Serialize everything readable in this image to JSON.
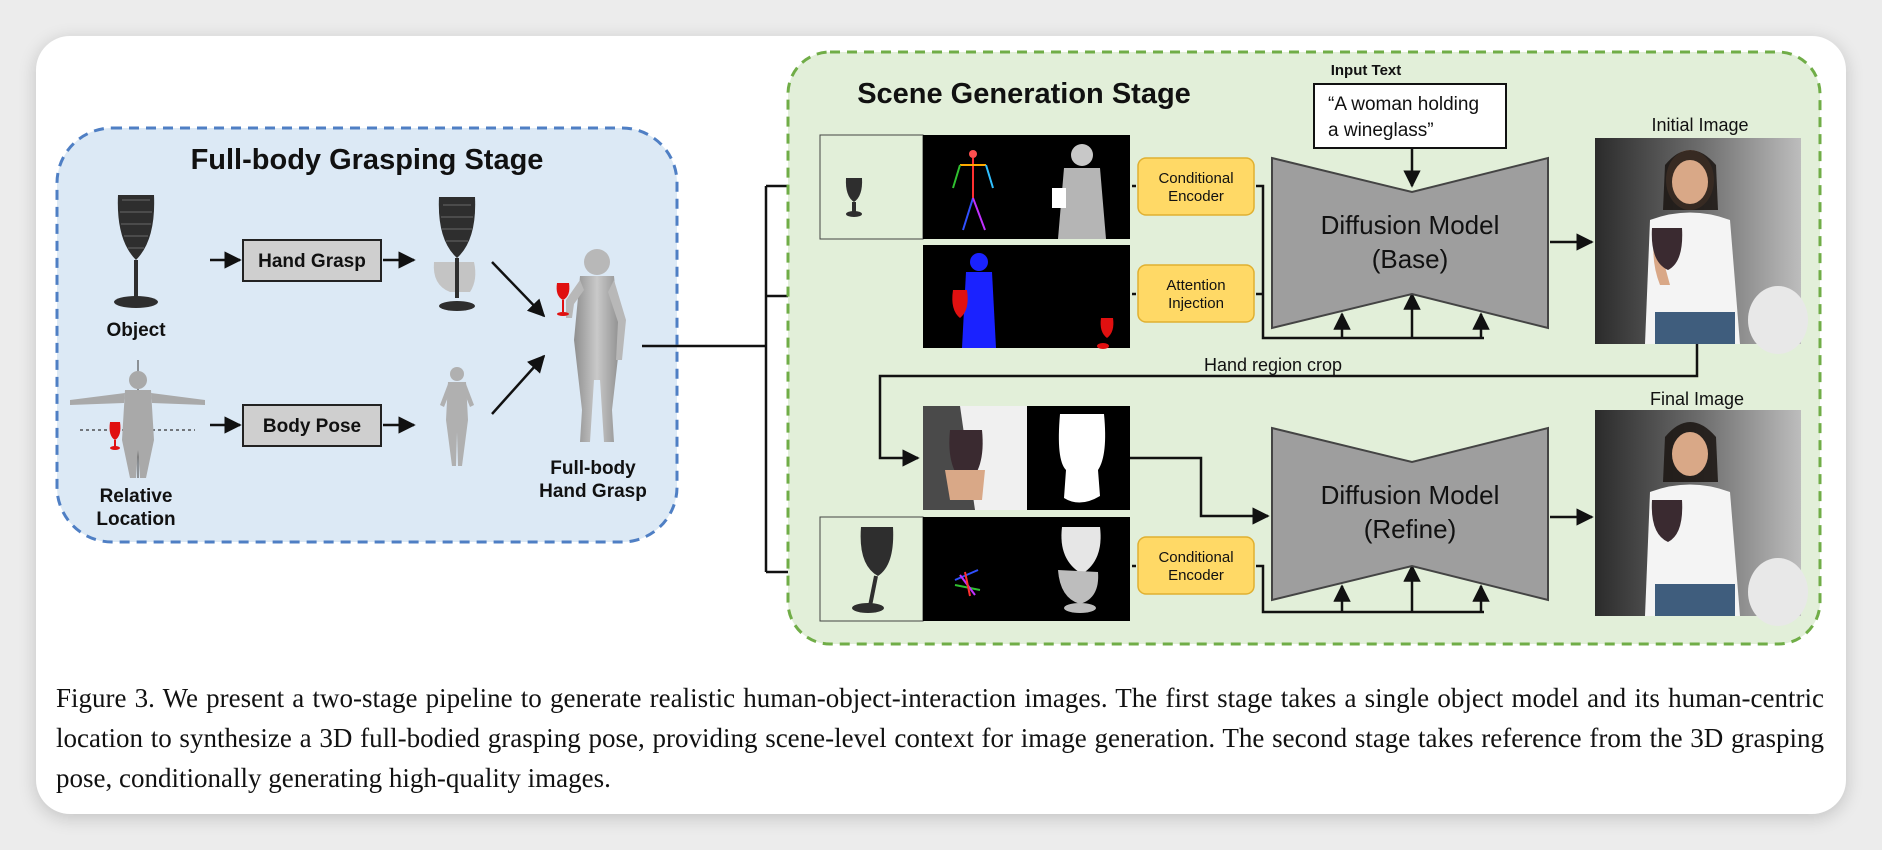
{
  "figure": {
    "stage1_title": "Full-body Grasping Stage",
    "stage2_title": "Scene Generation Stage",
    "label_object": "Object",
    "label_relative_1": "Relative",
    "label_relative_2": "Location",
    "box_hand_grasp": "Hand Grasp",
    "box_body_pose": "Body Pose",
    "label_fullbody_1": "Full-body",
    "label_fullbody_2": "Hand Grasp",
    "input_text_label": "Input Text",
    "input_text_line1": "“A woman holding",
    "input_text_line2": "a wineglass”",
    "cond_encoder_1": "Conditional",
    "cond_encoder_2": "Encoder",
    "attn_1": "Attention",
    "attn_2": "Injection",
    "cond_encoder_b1": "Conditional",
    "cond_encoder_b2": "Encoder",
    "diff_base_1": "Diffusion Model",
    "diff_base_2": "(Base)",
    "diff_refine_1": "Diffusion Model",
    "diff_refine_2": "(Refine)",
    "initial_image": "Initial Image",
    "final_image": "Final Image",
    "hand_crop": "Hand region crop"
  },
  "caption": "Figure 3. We present a two-stage pipeline to generate realistic human-object-interaction images. The first stage takes a single object model and its human-centric location to synthesize a 3D full-bodied grasping pose, providing scene-level context for image generation.  The second stage takes reference from the 3D grasping pose, conditionally generating high-quality images.",
  "colors": {
    "stage1_fill": "#dce9f5",
    "stage1_border": "#4f7fc4",
    "stage2_fill": "#e2efd9",
    "stage2_border": "#70ad47",
    "yellow_box": "#ffd966",
    "diffusion_gray": "#9e9e9e"
  }
}
